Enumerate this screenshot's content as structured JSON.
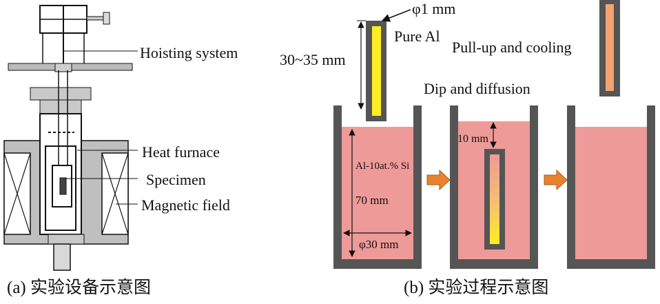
{
  "apparatus": {
    "labels": {
      "hoisting": "Hoisting system",
      "furnace": "Heat furnace",
      "specimen": "Specimen",
      "magnetic": "Magnetic field"
    },
    "caption": "(a) 实验设备示意图"
  },
  "process": {
    "diameter_rod": "φ1 mm",
    "pure_al": "Pure Al",
    "length": "30~35 mm",
    "alloy": "Al-10at.% Si",
    "depth_total": "70 mm",
    "diameter_crucible": "φ30 mm",
    "dip_depth": "10 mm",
    "step2": "Dip and diffusion",
    "step3": "Pull-up and cooling",
    "caption": "(b) 实验过程示意图"
  },
  "colors": {
    "wall": "#555555",
    "melt": "#ee9a98",
    "aluminum": "#ffee22",
    "cooled": "#f2a470",
    "arrow": "#e8822e",
    "frame": "#9a9a9a"
  }
}
